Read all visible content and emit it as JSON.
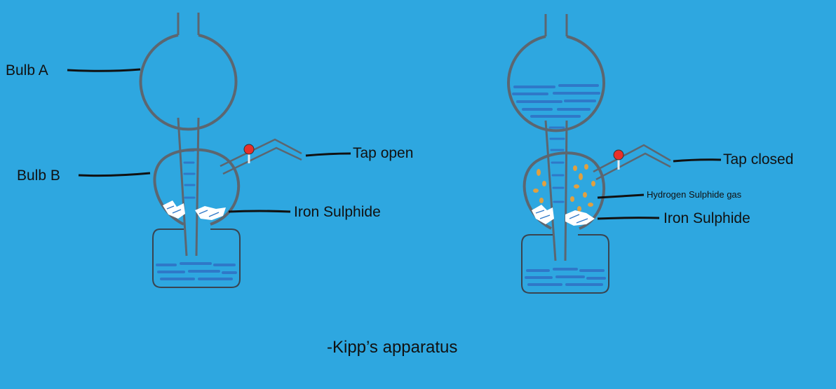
{
  "left_apparatus": {
    "bulb_a_label": "Bulb A",
    "bulb_b_label": "Bulb B",
    "tap_label": "Tap open",
    "solid_label": "Iron Sulphide"
  },
  "right_apparatus": {
    "tap_label": "Tap closed",
    "gas_label": "Hydrogen Sulphide gas",
    "solid_label": "Iron Sulphide"
  },
  "caption": "-Kipp’s apparatus",
  "colors": {
    "background": "#2ea7e0",
    "glass": "#5c6670",
    "acid": "#2f78c8",
    "gas": "#e0a040",
    "solid": "#ffffff",
    "tap_knob": "#e8302a",
    "leader": "#111111"
  }
}
